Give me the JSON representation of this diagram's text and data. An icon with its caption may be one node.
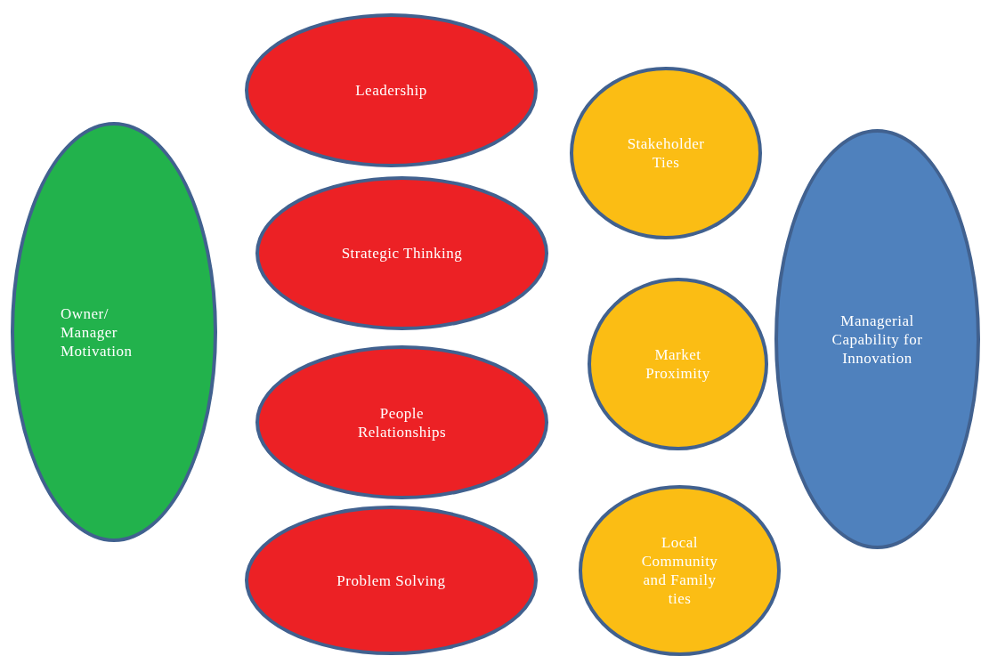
{
  "diagram": {
    "nodes": [
      {
        "text": [
          "Owner/ Manager Motivation"
        ]
      },
      {
        "text": [
          "Leadership"
        ]
      },
      {
        "text": [
          "Strategic Thinking"
        ]
      },
      {
        "text": [
          "People Relationships"
        ]
      },
      {
        "text": [
          "Problem Solving"
        ]
      },
      {
        "text": [
          "Stakeholder Ties"
        ]
      },
      {
        "text": [
          "Market Proximity"
        ]
      },
      {
        "text": [
          "Local Community and Family ties"
        ]
      },
      {
        "text": [
          "Managerial Capability for Innovation"
        ]
      }
    ]
  }
}
